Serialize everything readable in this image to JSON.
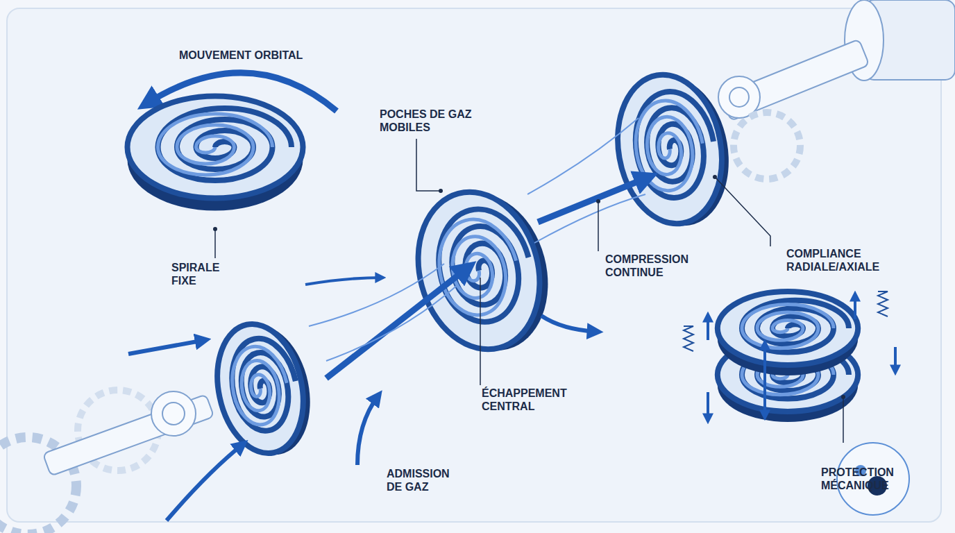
{
  "diagram": {
    "labels": [
      "MOUVEMENT ORBITAL",
      "POCHES DE GAZ MOBILES",
      "SPIRALE FIXE",
      "COMPRESSION CONTINUE",
      "COMPLIANCE RADIALE/AXIALE",
      "ÉCHAPPEMENT CENTRAL",
      "ADMISSION DE GAZ",
      "PROTECTION MÉCANIQUE"
    ]
  }
}
